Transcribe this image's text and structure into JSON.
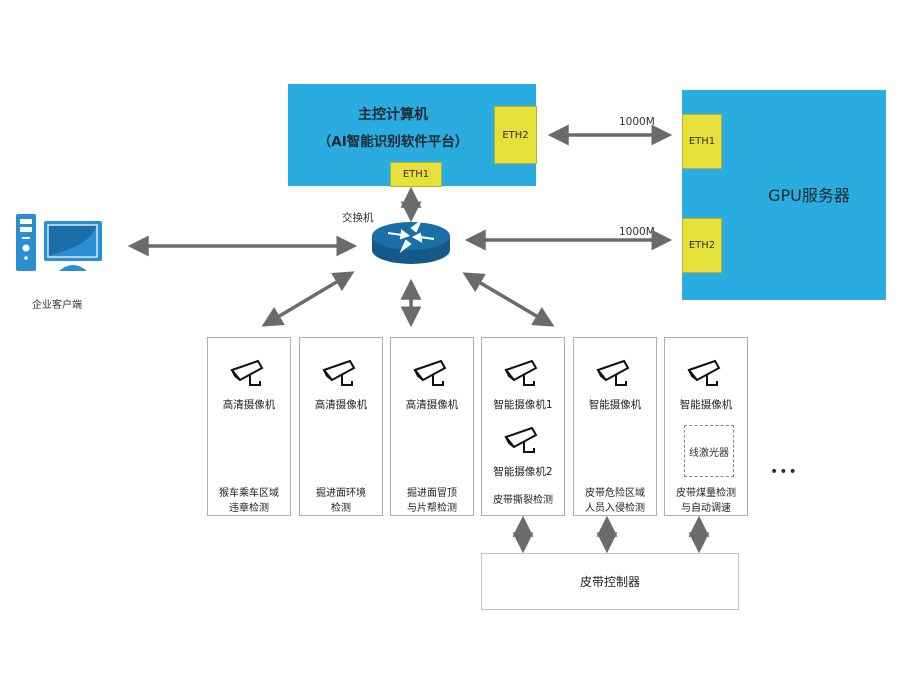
{
  "main_computer": {
    "title": "主控计算机",
    "subtitle": "（AI智能识别软件平台）",
    "eth1": "ETH1",
    "eth2": "ETH2"
  },
  "gpu_server": {
    "title": "GPU服务器",
    "eth1": "ETH1",
    "eth2": "ETH2"
  },
  "links": {
    "main_to_gpu": "1000M",
    "switch_to_gpu": "1000M"
  },
  "switch": {
    "label": "交换机"
  },
  "client": {
    "label": "企业客户端"
  },
  "cameras": [
    {
      "camera": "高清摄像机",
      "function": [
        "猴车乘车区域",
        "违章检测"
      ]
    },
    {
      "camera": "高清摄像机",
      "function": [
        "掘进面环境",
        "检测"
      ]
    },
    {
      "camera": "高清摄像机",
      "function": [
        "掘进面冒顶",
        "与片帮检测"
      ]
    },
    {
      "camera": "智能摄像机1",
      "camera2": "智能摄像机2",
      "function": [
        "皮带撕裂检测"
      ]
    },
    {
      "camera": "智能摄像机",
      "function": [
        "皮带危险区域",
        "人员入侵检测"
      ]
    },
    {
      "camera": "智能摄像机",
      "extra_device": "线激光器",
      "function": [
        "皮带煤量检测",
        "与自动调速"
      ]
    }
  ],
  "ellipsis": "•••",
  "belt_controller": {
    "label": "皮带控制器"
  },
  "colors": {
    "server_blue": "#2aace0",
    "port_yellow": "#e6e03a",
    "arrow_gray": "#6b6b6b",
    "switch_blue": "#1a6fa6"
  }
}
